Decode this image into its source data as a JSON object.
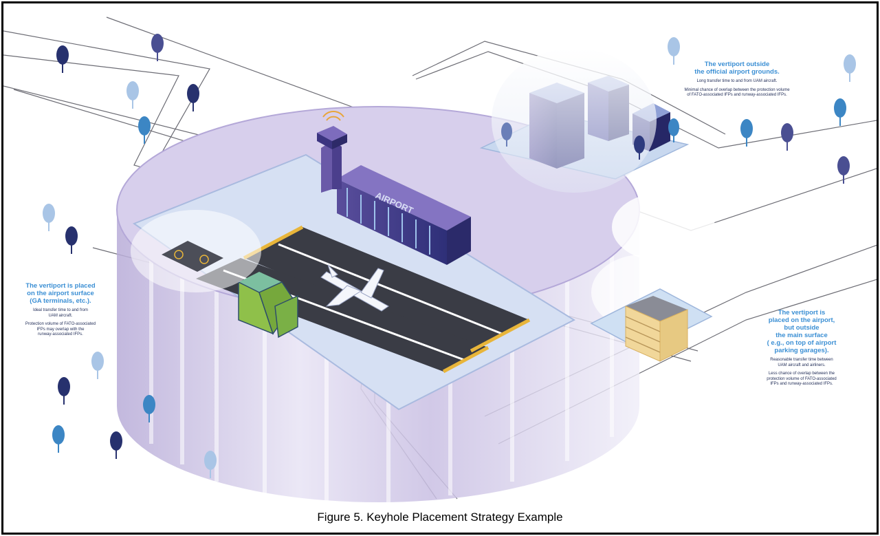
{
  "figure": {
    "caption": "Figure 5. Keyhole Placement Strategy Example",
    "terminal_sign": "AIRPORT"
  },
  "callouts": {
    "left": {
      "heading": [
        "The vertiport is placed",
        "on the airport surface",
        "(GA terminals, etc.)."
      ],
      "notes": [
        [
          "Ideal transfer time to and from",
          "UAM aircraft."
        ],
        [
          "Protection volume of FATO-associated",
          "IFPs may overlap with the",
          "runway-associated IFPs."
        ]
      ]
    },
    "top": {
      "heading": [
        "The vertiport outside",
        "the official airport grounds."
      ],
      "notes": [
        [
          "Long transfer time to and from UAM aircraft."
        ],
        [
          "Minimal chance of overlap between the protection volume",
          "of FATO-associated IFPs and runway-associated IFPs."
        ]
      ]
    },
    "right": {
      "heading": [
        "The vertiport is",
        "placed on the airport,",
        "but outside",
        "the main surface",
        "( e.g., on top of airport",
        "parking garages)."
      ],
      "notes": [
        [
          "Reasonable transfer time between",
          "UAM aircraft and airliners."
        ],
        [
          "Less chance of overlap between the",
          "protection volume of FATO-associated",
          "IFPs and runway-associated IFPs."
        ]
      ]
    }
  },
  "colors": {
    "callout_heading": "#3b8fd4",
    "callout_text": "#1e2a55",
    "disc": "#cdc4e6",
    "runway": "#3a3c45",
    "runway_marking": "#e8b53a",
    "terminal": "#6a5aa8",
    "tree_dark": "#27316e",
    "tree_mid": "#3c86c4",
    "tree_light": "#a9c5e6"
  }
}
